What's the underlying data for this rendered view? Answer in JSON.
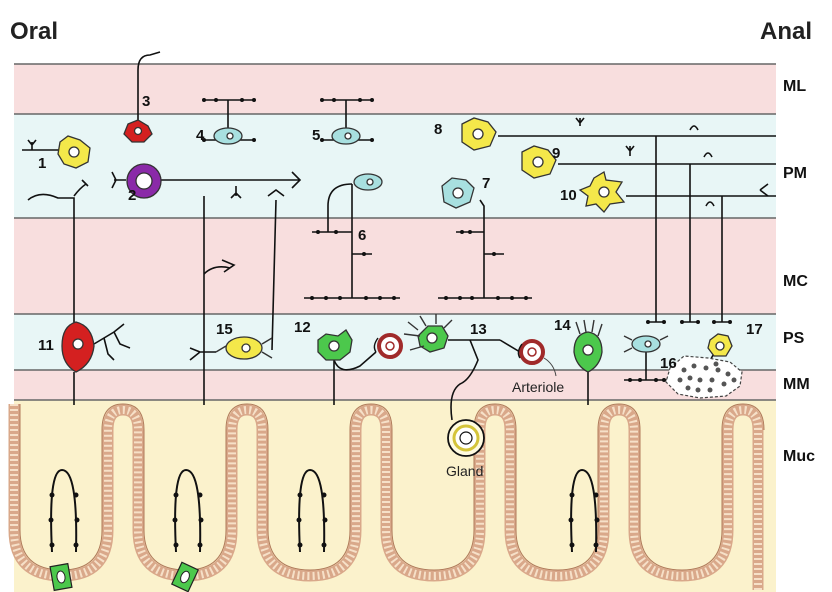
{
  "headers": {
    "oral": "Oral",
    "anal": "Anal"
  },
  "layers": [
    {
      "key": "ml",
      "label": "ML",
      "color": "#f8dede"
    },
    {
      "key": "pm",
      "label": "PM",
      "color": "#e8f6f6"
    },
    {
      "key": "mc",
      "label": "MC",
      "color": "#f8dede"
    },
    {
      "key": "ps",
      "label": "PS",
      "color": "#e8f6f6"
    },
    {
      "key": "mm",
      "label": "MM",
      "color": "#f8dede"
    },
    {
      "key": "muc",
      "label": "Muc",
      "color": "#fbf2cc"
    }
  ],
  "neuron_numbers": [
    "1",
    "2",
    "3",
    "4",
    "5",
    "6",
    "7",
    "8",
    "9",
    "10",
    "11",
    "12",
    "13",
    "14",
    "15",
    "16",
    "17"
  ],
  "labels": {
    "arteriole": "Arteriole",
    "gland": "Gland"
  },
  "colors": {
    "yellow": "#f4e84a",
    "purple": "#8a2aa8",
    "red": "#d42020",
    "cyan": "#a8e0e0",
    "green": "#4cc84c",
    "arteriole": "#a02a2a",
    "enteroendocrine": "#4cc84c",
    "outline": "#222222"
  }
}
